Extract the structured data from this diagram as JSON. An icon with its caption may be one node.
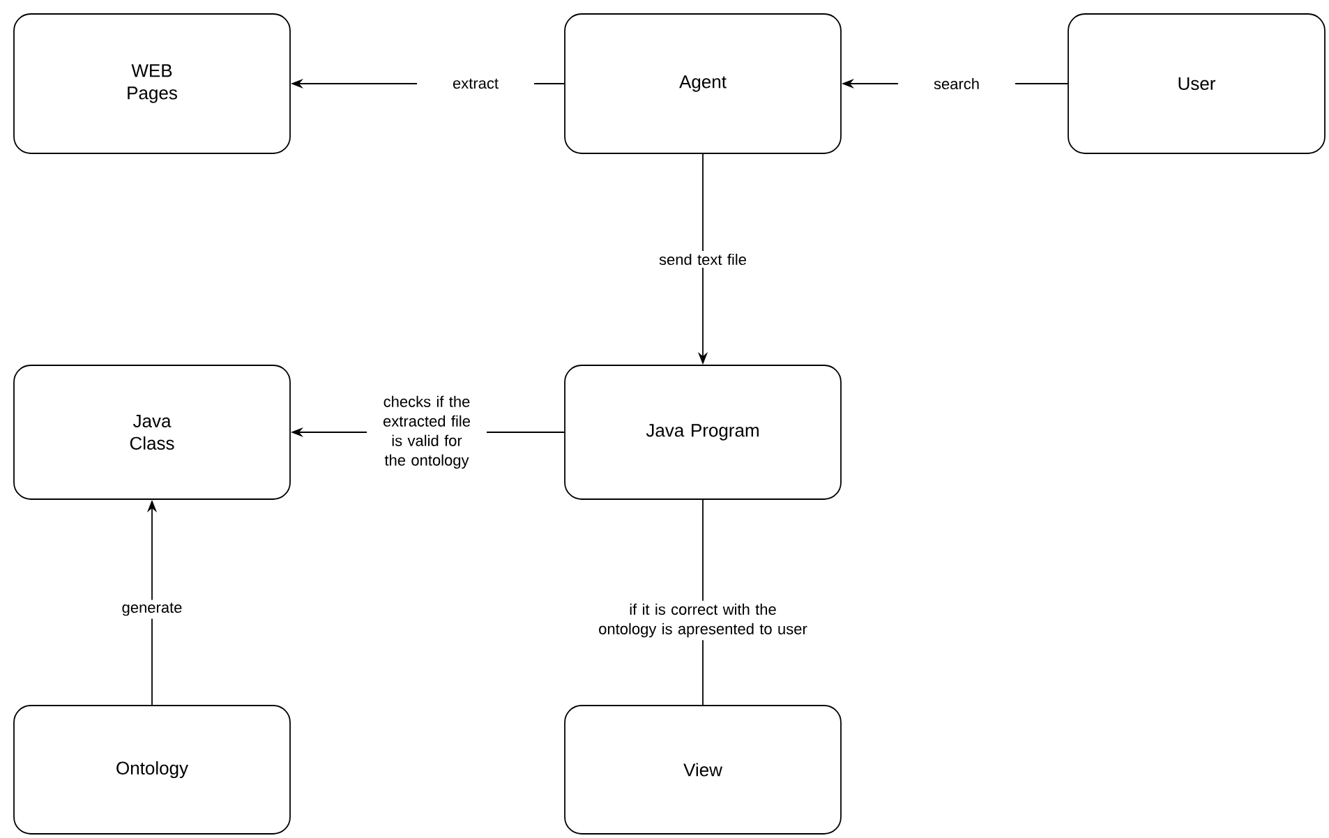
{
  "diagram": {
    "nodes": [
      {
        "text": [
          "WEB Pages"
        ]
      },
      {
        "text": [
          "Agent"
        ]
      },
      {
        "text": [
          "User"
        ]
      },
      {
        "text": [
          "Java Class"
        ]
      },
      {
        "text": [
          "Java Program"
        ]
      },
      {
        "text": [
          "Ontology"
        ]
      },
      {
        "text": [
          "View"
        ]
      }
    ],
    "edges": [
      {
        "from": 1,
        "to": 0,
        "arrow": "to",
        "label": "extract"
      },
      {
        "from": 2,
        "to": 1,
        "arrow": "to",
        "label": "search"
      },
      {
        "from": 1,
        "to": 4,
        "arrow": "to",
        "label": "send text file"
      },
      {
        "from": 4,
        "to": 3,
        "arrow": "to",
        "label": "checks if the extracted file is valid for the ontology"
      },
      {
        "from": 5,
        "to": 3,
        "arrow": "to",
        "label": "generate"
      },
      {
        "from": 4,
        "to": 6,
        "arrow": "none",
        "label": "if it is correct with the ontology is apresented to user"
      }
    ]
  }
}
